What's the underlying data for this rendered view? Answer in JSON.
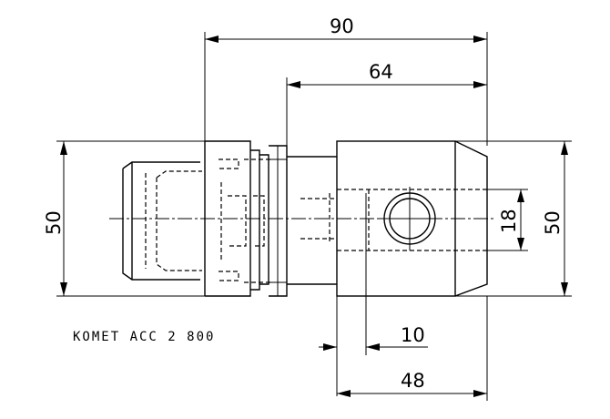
{
  "dimensions": {
    "overall_length": "90",
    "flange_to_end": "64",
    "outer_diameter_left": "50",
    "outer_diameter_right": "50",
    "bore_diameter": "18",
    "bore_offset": "10",
    "block_length": "48"
  },
  "part_label": "KOMET ACC 2 800"
}
